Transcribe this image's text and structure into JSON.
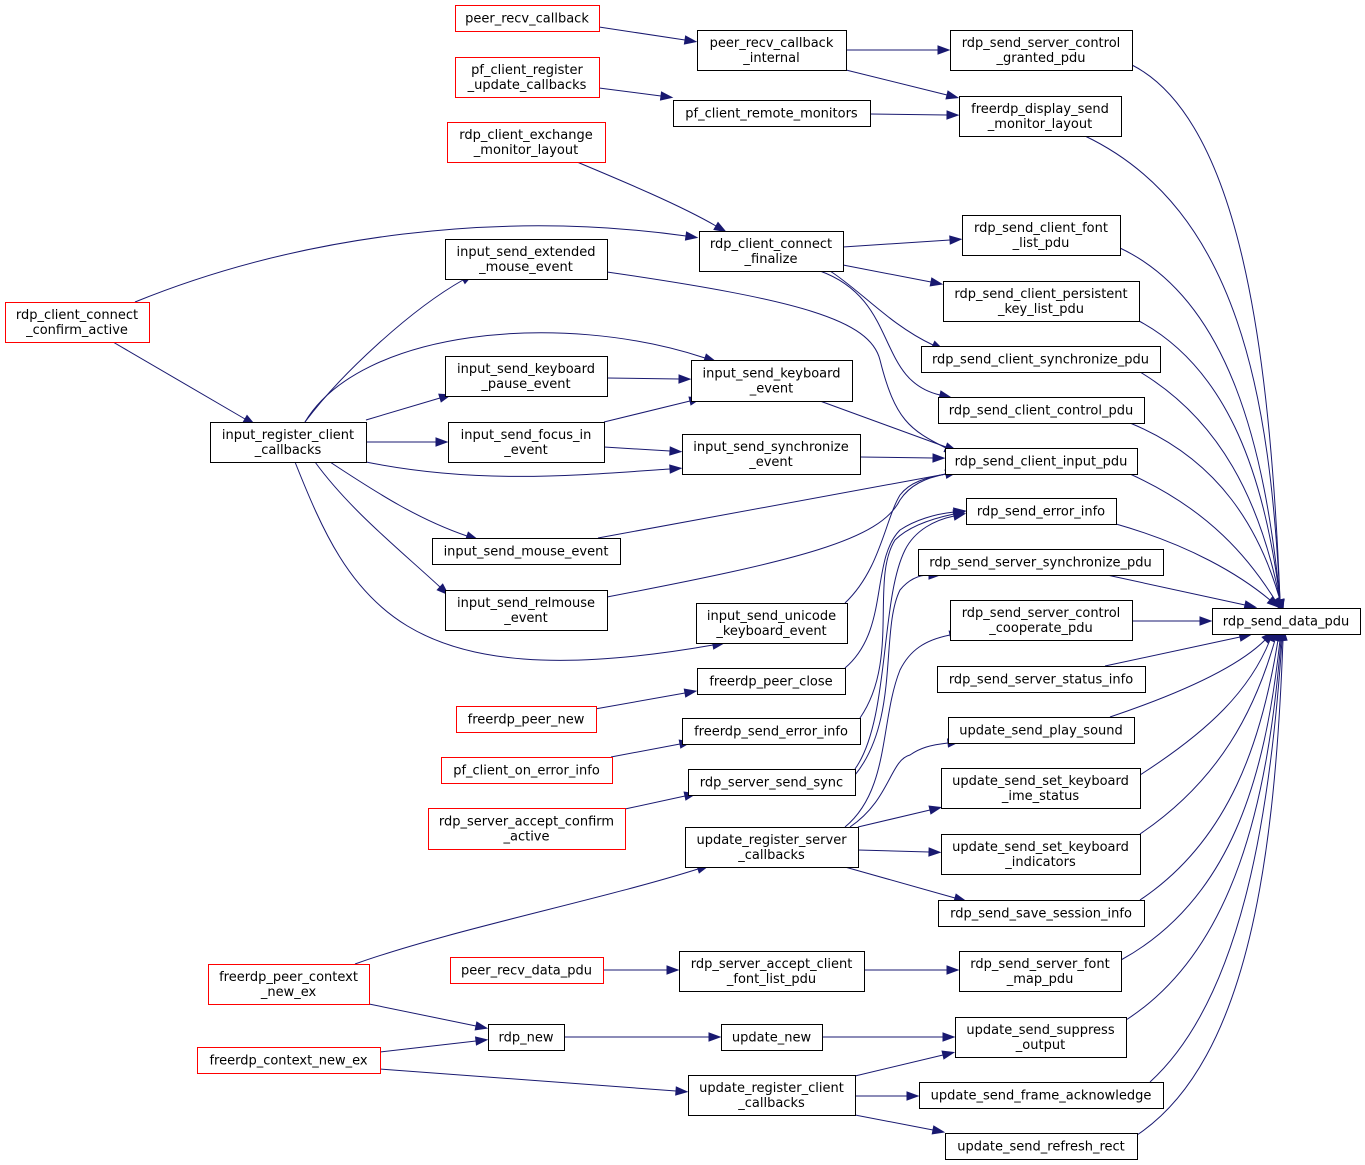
{
  "colors": {
    "edge": "#191970",
    "node_border": "#000000",
    "leaf_border": "#ff0000",
    "root_fill": "#bfbfbf"
  },
  "nodes": [
    {
      "id": "peer_recv_callback",
      "lines": [
        "peer_recv_callback"
      ],
      "style": "leaf"
    },
    {
      "id": "pf_client_register_update_callbacks",
      "lines": [
        "pf_client_register",
        "_update_callbacks"
      ],
      "style": "leaf"
    },
    {
      "id": "rdp_client_exchange_monitor_layout",
      "lines": [
        "rdp_client_exchange",
        "_monitor_layout"
      ],
      "style": "leaf"
    },
    {
      "id": "rdp_client_connect_confirm_active",
      "lines": [
        "rdp_client_connect",
        "_confirm_active"
      ],
      "style": "leaf"
    },
    {
      "id": "freerdp_peer_new",
      "lines": [
        "freerdp_peer_new"
      ],
      "style": "leaf"
    },
    {
      "id": "pf_client_on_error_info",
      "lines": [
        "pf_client_on_error_info"
      ],
      "style": "leaf"
    },
    {
      "id": "rdp_server_accept_confirm_active",
      "lines": [
        "rdp_server_accept_confirm",
        "_active"
      ],
      "style": "leaf"
    },
    {
      "id": "freerdp_peer_context_new_ex",
      "lines": [
        "freerdp_peer_context",
        "_new_ex"
      ],
      "style": "leaf"
    },
    {
      "id": "peer_recv_data_pdu",
      "lines": [
        "peer_recv_data_pdu"
      ],
      "style": "leaf"
    },
    {
      "id": "freerdp_context_new_ex",
      "lines": [
        "freerdp_context_new_ex"
      ],
      "style": "leaf"
    },
    {
      "id": "peer_recv_callback_internal",
      "lines": [
        "peer_recv_callback",
        "_internal"
      ],
      "style": "normal"
    },
    {
      "id": "pf_client_remote_monitors",
      "lines": [
        "pf_client_remote_monitors"
      ],
      "style": "normal"
    },
    {
      "id": "rdp_client_connect_finalize",
      "lines": [
        "rdp_client_connect",
        "_finalize"
      ],
      "style": "normal"
    },
    {
      "id": "input_send_extended_mouse_event",
      "lines": [
        "input_send_extended",
        "_mouse_event"
      ],
      "style": "normal"
    },
    {
      "id": "input_register_client_callbacks",
      "lines": [
        "input_register_client",
        "_callbacks"
      ],
      "style": "normal"
    },
    {
      "id": "input_send_keyboard_pause_event",
      "lines": [
        "input_send_keyboard",
        "_pause_event"
      ],
      "style": "normal"
    },
    {
      "id": "input_send_focus_in_event",
      "lines": [
        "input_send_focus_in",
        "_event"
      ],
      "style": "normal"
    },
    {
      "id": "input_send_mouse_event",
      "lines": [
        "input_send_mouse_event"
      ],
      "style": "normal"
    },
    {
      "id": "input_send_relmouse_event",
      "lines": [
        "input_send_relmouse",
        "_event"
      ],
      "style": "normal"
    },
    {
      "id": "input_send_keyboard_event",
      "lines": [
        "input_send_keyboard",
        "_event"
      ],
      "style": "normal"
    },
    {
      "id": "input_send_synchronize_event",
      "lines": [
        "input_send_synchronize",
        "_event"
      ],
      "style": "normal"
    },
    {
      "id": "input_send_unicode_keyboard_event",
      "lines": [
        "input_send_unicode",
        "_keyboard_event"
      ],
      "style": "normal"
    },
    {
      "id": "freerdp_peer_close",
      "lines": [
        "freerdp_peer_close"
      ],
      "style": "normal"
    },
    {
      "id": "freerdp_send_error_info",
      "lines": [
        "freerdp_send_error_info"
      ],
      "style": "normal"
    },
    {
      "id": "rdp_server_send_sync",
      "lines": [
        "rdp_server_send_sync"
      ],
      "style": "normal"
    },
    {
      "id": "update_register_server_callbacks",
      "lines": [
        "update_register_server",
        "_callbacks"
      ],
      "style": "normal"
    },
    {
      "id": "rdp_server_accept_client_font_list_pdu",
      "lines": [
        "rdp_server_accept_client",
        "_font_list_pdu"
      ],
      "style": "normal"
    },
    {
      "id": "rdp_new",
      "lines": [
        "rdp_new"
      ],
      "style": "normal"
    },
    {
      "id": "update_new",
      "lines": [
        "update_new"
      ],
      "style": "normal"
    },
    {
      "id": "update_register_client_callbacks",
      "lines": [
        "update_register_client",
        "_callbacks"
      ],
      "style": "normal"
    },
    {
      "id": "rdp_send_server_control_granted_pdu",
      "lines": [
        "rdp_send_server_control",
        "_granted_pdu"
      ],
      "style": "normal"
    },
    {
      "id": "freerdp_display_send_monitor_layout",
      "lines": [
        "freerdp_display_send",
        "_monitor_layout"
      ],
      "style": "normal"
    },
    {
      "id": "rdp_send_client_font_list_pdu",
      "lines": [
        "rdp_send_client_font",
        "_list_pdu"
      ],
      "style": "normal"
    },
    {
      "id": "rdp_send_client_persistent_key_list_pdu",
      "lines": [
        "rdp_send_client_persistent",
        "_key_list_pdu"
      ],
      "style": "normal"
    },
    {
      "id": "rdp_send_client_synchronize_pdu",
      "lines": [
        "rdp_send_client_synchronize_pdu"
      ],
      "style": "normal"
    },
    {
      "id": "rdp_send_client_control_pdu",
      "lines": [
        "rdp_send_client_control_pdu"
      ],
      "style": "normal"
    },
    {
      "id": "rdp_send_client_input_pdu",
      "lines": [
        "rdp_send_client_input_pdu"
      ],
      "style": "normal"
    },
    {
      "id": "rdp_send_error_info",
      "lines": [
        "rdp_send_error_info"
      ],
      "style": "normal"
    },
    {
      "id": "rdp_send_server_synchronize_pdu",
      "lines": [
        "rdp_send_server_synchronize_pdu"
      ],
      "style": "normal"
    },
    {
      "id": "rdp_send_server_control_cooperate_pdu",
      "lines": [
        "rdp_send_server_control",
        "_cooperate_pdu"
      ],
      "style": "normal"
    },
    {
      "id": "rdp_send_server_status_info",
      "lines": [
        "rdp_send_server_status_info"
      ],
      "style": "normal"
    },
    {
      "id": "update_send_play_sound",
      "lines": [
        "update_send_play_sound"
      ],
      "style": "normal"
    },
    {
      "id": "update_send_set_keyboard_ime_status",
      "lines": [
        "update_send_set_keyboard",
        "_ime_status"
      ],
      "style": "normal"
    },
    {
      "id": "update_send_set_keyboard_indicators",
      "lines": [
        "update_send_set_keyboard",
        "_indicators"
      ],
      "style": "normal"
    },
    {
      "id": "rdp_send_save_session_info",
      "lines": [
        "rdp_send_save_session_info"
      ],
      "style": "normal"
    },
    {
      "id": "rdp_send_server_font_map_pdu",
      "lines": [
        "rdp_send_server_font",
        "_map_pdu"
      ],
      "style": "normal"
    },
    {
      "id": "update_send_suppress_output",
      "lines": [
        "update_send_suppress",
        "_output"
      ],
      "style": "normal"
    },
    {
      "id": "update_send_frame_acknowledge",
      "lines": [
        "update_send_frame_acknowledge"
      ],
      "style": "normal"
    },
    {
      "id": "update_send_refresh_rect",
      "lines": [
        "update_send_refresh_rect"
      ],
      "style": "normal"
    },
    {
      "id": "rdp_send_data_pdu",
      "lines": [
        "rdp_send_data_pdu"
      ],
      "style": "root"
    }
  ]
}
